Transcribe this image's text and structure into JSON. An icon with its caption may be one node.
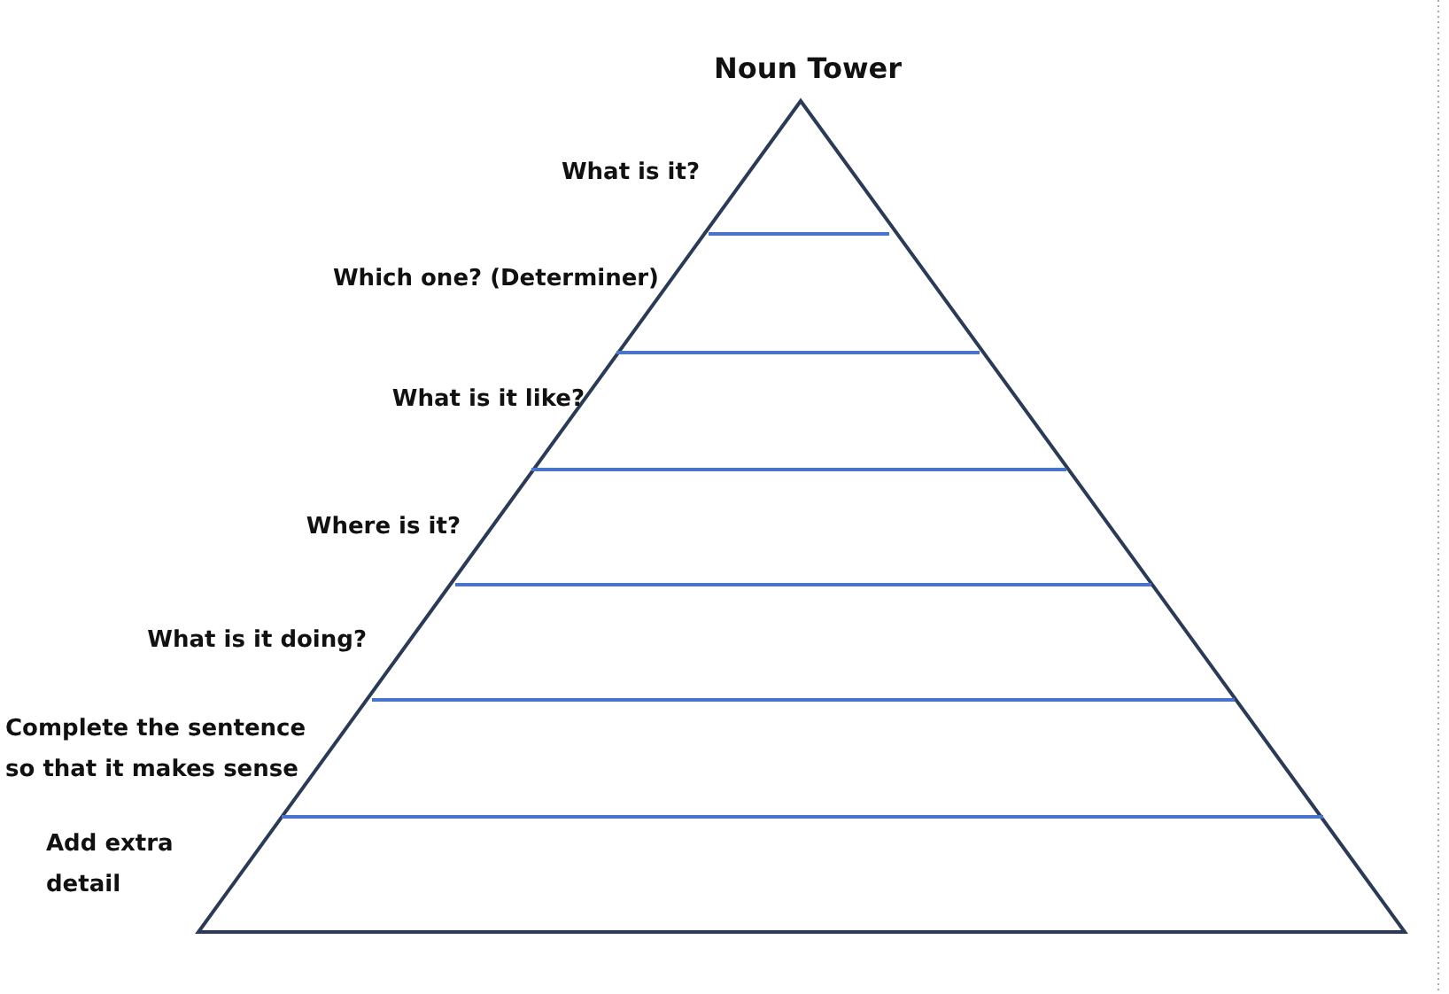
{
  "diagram": {
    "title": "Noun Tower",
    "labels": [
      "What is it?",
      "Which one? (Determiner)",
      "What is it like?",
      "Where is it?",
      "What is it doing?",
      "Complete the sentence so that it makes sense",
      "Add extra detail"
    ]
  }
}
